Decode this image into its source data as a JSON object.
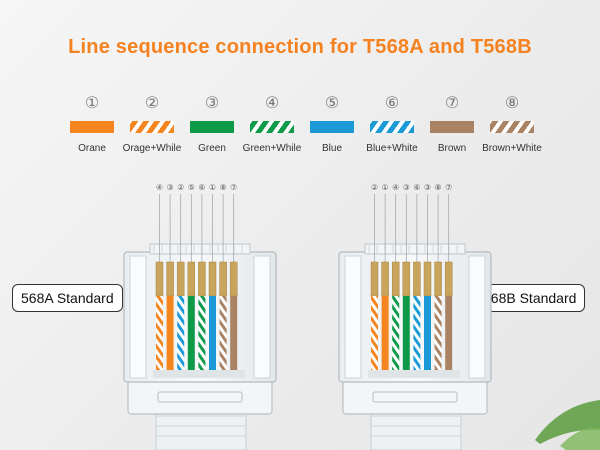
{
  "title": "Line sequence connection for T568A and T568B",
  "colors": {
    "title": "#f58220",
    "orange": "#f5851f",
    "green": "#0e9a48",
    "blue": "#1c9ad6",
    "brown": "#a98363",
    "white": "#ffffff"
  },
  "legend": [
    {
      "num": "①",
      "label": "Orane",
      "color": "orange",
      "striped": false
    },
    {
      "num": "②",
      "label": "Orage+While",
      "color": "orange",
      "striped": true
    },
    {
      "num": "③",
      "label": "Green",
      "color": "green",
      "striped": false
    },
    {
      "num": "④",
      "label": "Green+While",
      "color": "green",
      "striped": true
    },
    {
      "num": "⑤",
      "label": "Blue",
      "color": "blue",
      "striped": false
    },
    {
      "num": "⑥",
      "label": "Blue+White",
      "color": "blue",
      "striped": true
    },
    {
      "num": "⑦",
      "label": "Brown",
      "color": "brown",
      "striped": false
    },
    {
      "num": "⑧",
      "label": "Brown+White",
      "color": "brown",
      "striped": true
    }
  ],
  "connectors": [
    {
      "label": "568A Standard",
      "sequence": [
        "④",
        "③",
        "②",
        "⑤",
        "⑥",
        "①",
        "⑧",
        "⑦"
      ],
      "wires": [
        2,
        1,
        6,
        3,
        4,
        5,
        8,
        7
      ]
    },
    {
      "label": "568B Standard",
      "sequence": [
        "②",
        "①",
        "④",
        "③",
        "⑥",
        "③",
        "⑧",
        "⑦"
      ],
      "wires": [
        2,
        1,
        4,
        3,
        6,
        5,
        8,
        7
      ]
    }
  ]
}
